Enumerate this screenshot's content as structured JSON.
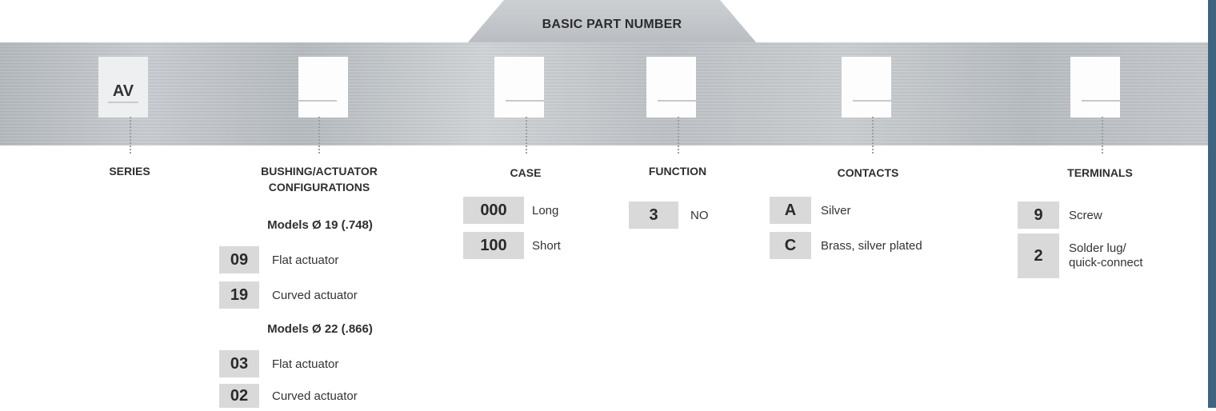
{
  "header": {
    "title": "BASIC PART NUMBER"
  },
  "slots": {
    "series": "AV"
  },
  "series": {
    "label": "SERIES"
  },
  "bushing": {
    "label_line1": "BUSHING/ACTUATOR",
    "label_line2": "CONFIGURATIONS",
    "group1_title": "Models Ø 19 (.748)",
    "group1": [
      {
        "code": "09",
        "desc": "Flat actuator"
      },
      {
        "code": "19",
        "desc": "Curved actuator"
      }
    ],
    "group2_title": "Models Ø 22 (.866)",
    "group2": [
      {
        "code": "03",
        "desc": "Flat actuator"
      },
      {
        "code": "02",
        "desc": "Curved actuator"
      }
    ]
  },
  "case": {
    "label": "CASE",
    "options": [
      {
        "code": "000",
        "desc": "Long"
      },
      {
        "code": "100",
        "desc": "Short"
      }
    ]
  },
  "function": {
    "label": "FUNCTION",
    "options": [
      {
        "code": "3",
        "desc": "NO"
      }
    ]
  },
  "contacts": {
    "label": "CONTACTS",
    "options": [
      {
        "code": "A",
        "desc": "Silver"
      },
      {
        "code": "C",
        "desc": "Brass, silver plated"
      }
    ]
  },
  "terminals": {
    "label": "TERMINALS",
    "options": [
      {
        "code": "9",
        "desc": "Screw"
      },
      {
        "code": "2",
        "desc_line1": "Solder lug/",
        "desc_line2": "quick-connect"
      }
    ]
  }
}
